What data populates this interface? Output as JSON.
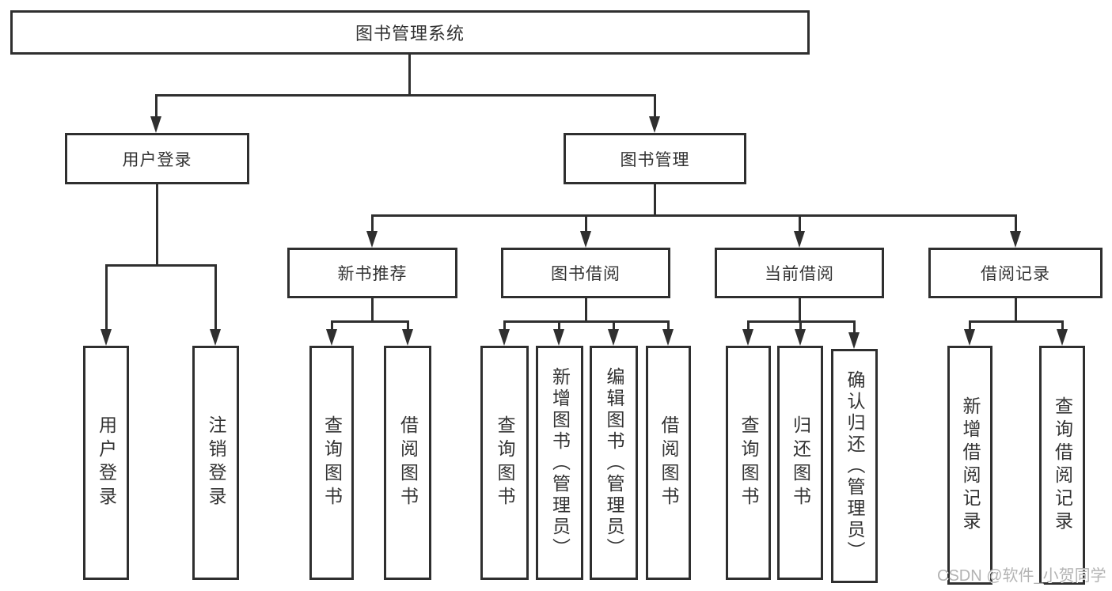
{
  "diagram": {
    "root": {
      "label": "图书管理系统"
    },
    "level2": {
      "user_login": {
        "label": "用户登录"
      },
      "book_management": {
        "label": "图书管理"
      }
    },
    "level3": {
      "new_book_recommend": {
        "label": "新书推荐"
      },
      "book_borrowing": {
        "label": "图书借阅"
      },
      "current_borrowing": {
        "label": "当前借阅"
      },
      "borrow_records": {
        "label": "借阅记录"
      }
    },
    "leaves": {
      "user_login_leaf": {
        "label": "用户登录"
      },
      "logout": {
        "label": "注销登录"
      },
      "nbr_query_books": {
        "label": "查询图书"
      },
      "nbr_borrow_books": {
        "label": "借阅图书"
      },
      "bb_query_books": {
        "label": "查询图书"
      },
      "bb_add_books": {
        "label": "新增图书（管理员）"
      },
      "bb_edit_books": {
        "label": "编辑图书（管理员）"
      },
      "bb_borrow_books": {
        "label": "借阅图书"
      },
      "cb_query_books": {
        "label": "查询图书"
      },
      "cb_return_books": {
        "label": "归还图书"
      },
      "cb_confirm_return": {
        "label": "确认归还（管理员）"
      },
      "br_add_record": {
        "label": "新增借阅记录"
      },
      "br_query_record": {
        "label": "查询借阅记录"
      }
    },
    "colors": {
      "line": "#2f2f2f",
      "text": "#333333",
      "background": "#ffffff"
    }
  },
  "watermark": {
    "text": "CSDN @软件_小贺同学",
    "color": "#b3b3b3"
  }
}
